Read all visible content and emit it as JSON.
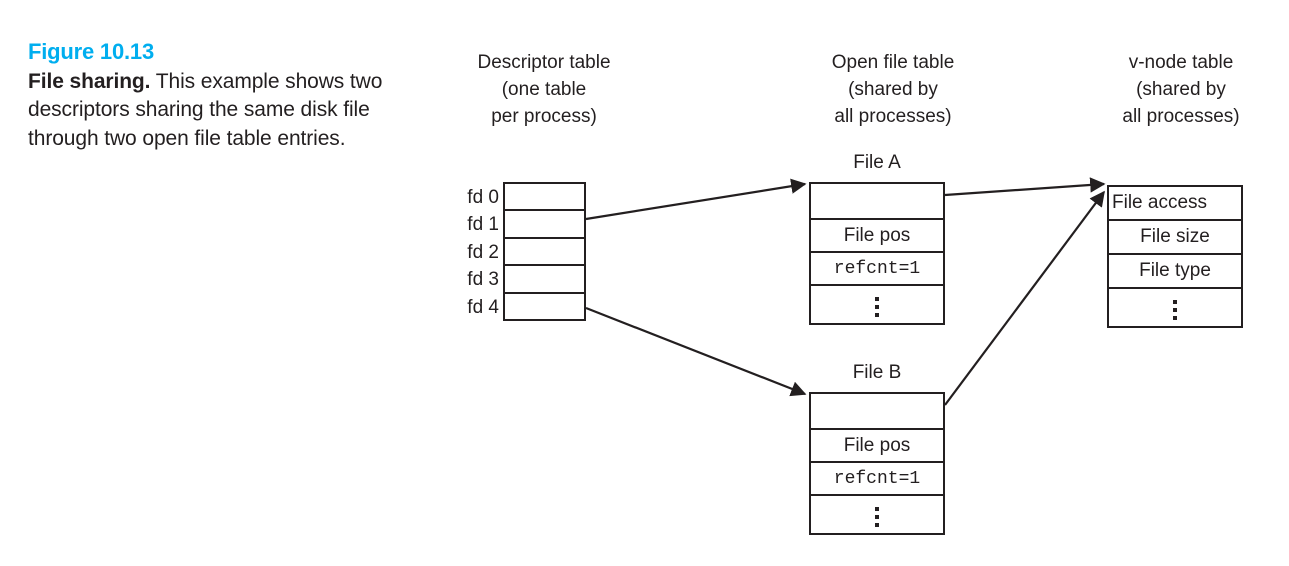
{
  "figure": {
    "number": "Figure 10.13",
    "lead": "File sharing.",
    "body": " This example shows two descriptors sharing the same disk file through two open file table entries.",
    "accent_color": "#00AEEF",
    "ink_color": "#231f20"
  },
  "columns": {
    "descriptor": "Descriptor table\n(one table\nper process)",
    "open_file": "Open file table\n(shared by\nall processes)",
    "vnode": "v-node table\n(shared by\nall processes)"
  },
  "descriptor_table": {
    "labels": [
      "fd 0",
      "fd 1",
      "fd 2",
      "fd 3",
      "fd 4"
    ],
    "cells": [
      "",
      "",
      "",
      "",
      ""
    ]
  },
  "file_a": {
    "title": "File A",
    "rows": [
      "",
      "File pos",
      "refcnt=1",
      "⋮"
    ]
  },
  "file_b": {
    "title": "File B",
    "rows": [
      "",
      "File pos",
      "refcnt=1",
      "⋮"
    ]
  },
  "vnode_table": {
    "rows": [
      "File access",
      "File size",
      "File type",
      "⋮"
    ]
  }
}
